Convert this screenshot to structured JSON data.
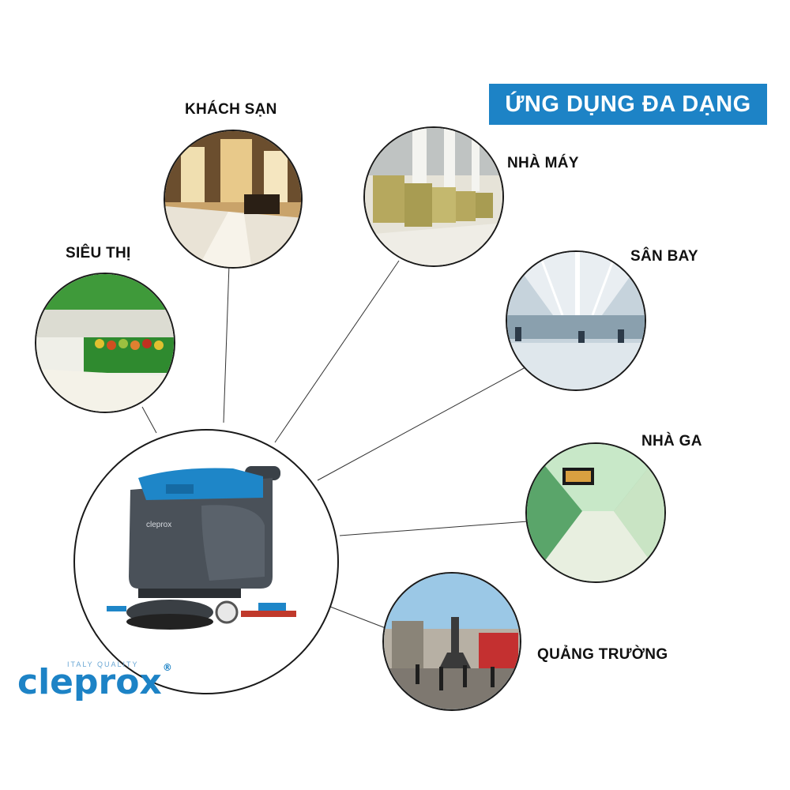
{
  "banner": {
    "text": "ỨNG DỤNG ĐA DẠNG",
    "bg_color": "#1d83c6"
  },
  "applications": [
    {
      "label": "KHÁCH SẠN",
      "icon": "hotel-lobby-photo"
    },
    {
      "label": "NHÀ MÁY",
      "icon": "factory-photo"
    },
    {
      "label": "SIÊU THỊ",
      "icon": "supermarket-photo"
    },
    {
      "label": "SÂN BAY",
      "icon": "airport-photo"
    },
    {
      "label": "NHÀ GA",
      "icon": "train-station-photo"
    },
    {
      "label": "QUẢNG TRƯỜNG",
      "icon": "city-square-photo"
    }
  ],
  "machine": {
    "brand_label": "cleprox",
    "icon": "floor-scrubber-machine"
  },
  "logo": {
    "tagline": "ITALY QUALITY",
    "name": "cleprox",
    "reg_mark": "®",
    "color": "#1d83c6"
  }
}
